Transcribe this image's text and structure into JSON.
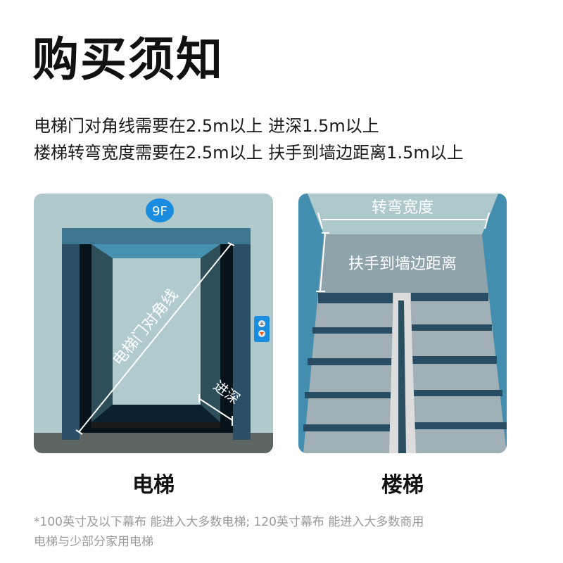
{
  "title": "购买须知",
  "requirements": [
    "电梯门对角线需要在2.5m以上 进深1.5m以上",
    "楼梯转弯宽度需要在2.5m以上 扶手到墙边距离1.5m以上"
  ],
  "elevator": {
    "floor_badge": "9F",
    "diagonal_label": "电梯门对角线",
    "depth_label": "进深",
    "caption": "电梯",
    "colors": {
      "badge": "#1a8ce0",
      "panel": "#afc9cd",
      "frame": "#2a4f66",
      "floor": "#5d6663"
    }
  },
  "stairs": {
    "turn_width_label": "转弯宽度",
    "handrail_label": "扶手到墙边距离",
    "caption": "楼梯",
    "colors": {
      "wall": "#438eaf",
      "steps": "#a1b0b7",
      "landing": "#8fa3ab"
    }
  },
  "footnote": [
    "*100英寸及以下幕布 能进入大多数电梯; 120英寸幕布 能进入大多数商用",
    "电梯与少部分家用电梯"
  ]
}
